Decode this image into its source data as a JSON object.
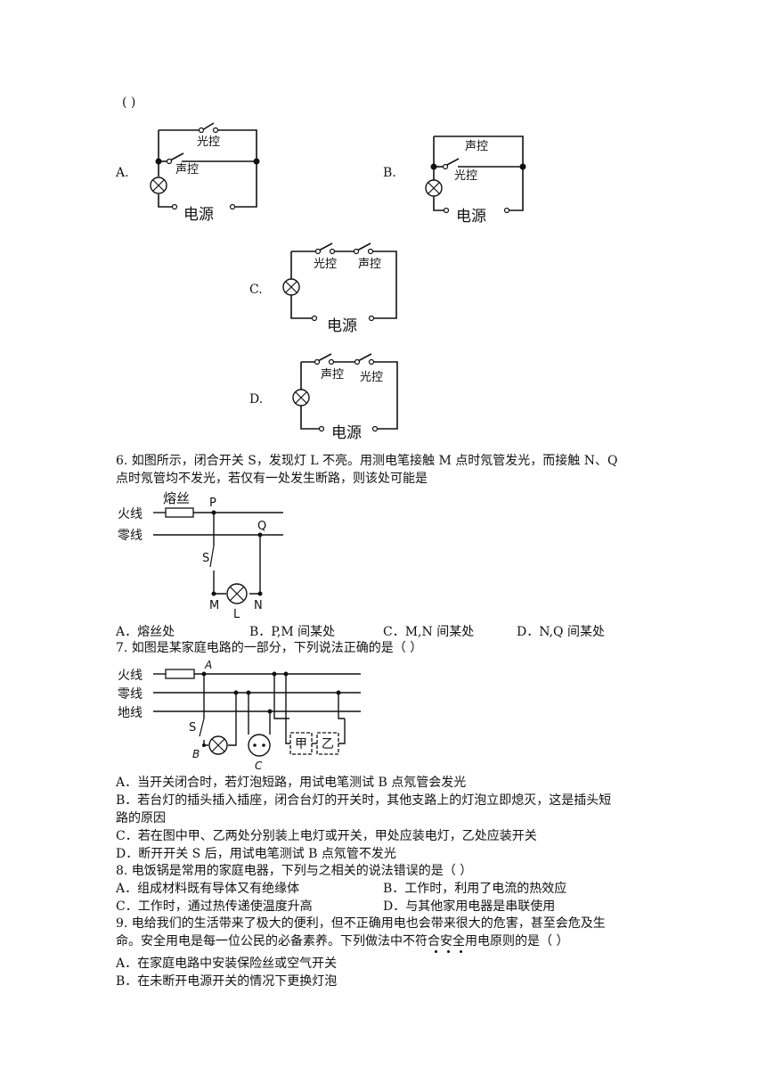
{
  "top_paren": "(         )",
  "q5": {
    "options": {
      "A": {
        "letter": "A.",
        "labels": [
          "光控",
          "声控",
          "电源"
        ]
      },
      "B": {
        "letter": "B.",
        "labels": [
          "声控",
          "光控",
          "电源"
        ]
      },
      "C": {
        "letter": "C.",
        "labels": [
          "光控",
          "声控",
          "电源"
        ]
      },
      "D": {
        "letter": "D.",
        "labels": [
          "声控",
          "光控",
          "电源"
        ]
      }
    }
  },
  "q6": {
    "stem_line1": "6.    如图所示，闭合开关 S，发现灯 L 不亮。用测电笔接触 M 点时氖管发光，而接触 N、Q",
    "stem_line2": "点时氖管均不发光，若仅有一处发生断路，则该处可能是",
    "diagram": {
      "fuse": "熔丝",
      "live": "火线",
      "neutral": "零线",
      "P": "P",
      "Q": "Q",
      "S": "S",
      "M": "M",
      "L": "L",
      "N": "N"
    },
    "options": [
      "A．熔丝处",
      "B．P,M 间某处",
      "C．M,N 间某处",
      "D．N,Q 间某处"
    ]
  },
  "q7": {
    "stem": "7.    如图是某家庭电路的一部分，下列说法正确的是（          ）",
    "diagram": {
      "live": "火线",
      "neutral": "零线",
      "ground": "地线",
      "A": "A",
      "S": "S",
      "B": "B",
      "C": "C",
      "jia": "甲",
      "yi": "乙"
    },
    "options": [
      "A．当开关闭合时，若灯泡短路，用试电笔测试 B 点氖管会发光",
      "B．若台灯的插头插入插座，闭合台灯的开关时，其他支路上的灯泡立即熄灭，这是插头短",
      "路的原因",
      "C．若在图中甲、乙两处分别装上电灯或开关，甲处应装电灯，乙处应装开关",
      "D．断开开关 S 后，用试电笔测试 B 点氖管不发光"
    ]
  },
  "q8": {
    "stem": "8.    电饭锅是常用的家庭电器，下列与之相关的说法错误的是（          ）",
    "options": [
      "A．组成材料既有导体又有绝缘体",
      "B．工作时，利用了电流的热效应",
      "C．工作时，通过热传递使温度升高",
      "D．与其他家用电器是串联使用"
    ]
  },
  "q9": {
    "stem_line1": "9.    电给我们的生活带来了极大的便利，但不正确用电也会带来很大的危害，甚至会危及生",
    "stem_line2": "命。安全用电是每一位公民的必备素养。下列做法中不符合安全用电原则的是（          ）",
    "options": [
      "A．在家庭电路中安装保险丝或空气开关",
      "B．在未断开电源开关的情况下更换灯泡"
    ]
  }
}
